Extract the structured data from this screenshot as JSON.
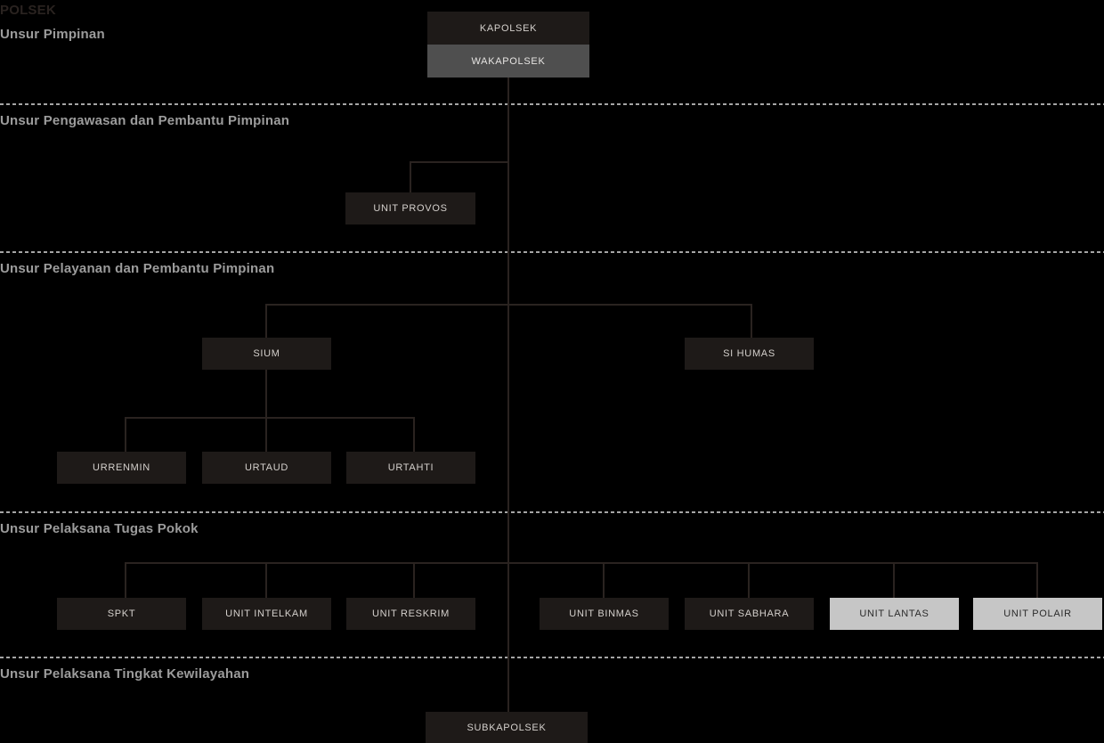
{
  "org_chart": {
    "title": "POLSEK",
    "bands": [
      {
        "id": "pimpinan",
        "label": "Unsur Pimpinan"
      },
      {
        "id": "pengawasan",
        "label": "Unsur Pengawasan dan Pembantu Pimpinan"
      },
      {
        "id": "pelayanan",
        "label": "Unsur Pelayanan dan Pembantu Pimpinan"
      },
      {
        "id": "tugas_pokok",
        "label": "Unsur Pelaksana Tugas Pokok"
      },
      {
        "id": "kewilayahan",
        "label": "Unsur Pelaksana Tingkat Kewilayahan"
      }
    ],
    "nodes": {
      "kapolsek": "KAPOLSEK",
      "wakapolsek": "WAKAPOLSEK",
      "unit_provos": "UNIT PROVOS",
      "sium": "SIUM",
      "si_humas": "SI HUMAS",
      "urrenmin": "URRENMIN",
      "urtaud": "URTAUD",
      "urtahti": "URTAHTI",
      "spkt": "SPKT",
      "unit_intelkam": "UNIT INTELKAM",
      "unit_reskrim": "UNIT RESKRIM",
      "unit_binmas": "UNIT BINMAS",
      "unit_sabhara": "UNIT SABHARA",
      "unit_lantas": "UNIT LANTAS",
      "unit_polair": "UNIT POLAIR",
      "subkapolsek": "SUBKAPOLSEK"
    },
    "colors": {
      "background": "#000000",
      "node_dark": "#1e1a18",
      "node_mid": "#4f4f4f",
      "node_light": "#c6c6c6",
      "connector": "#2a2320",
      "divider": "#a5a5a5",
      "band_label": "#9c9c9c",
      "title": "#2a2320",
      "text_on_dark": "#d4d0cc",
      "text_on_light": "#2b2b2b"
    }
  }
}
